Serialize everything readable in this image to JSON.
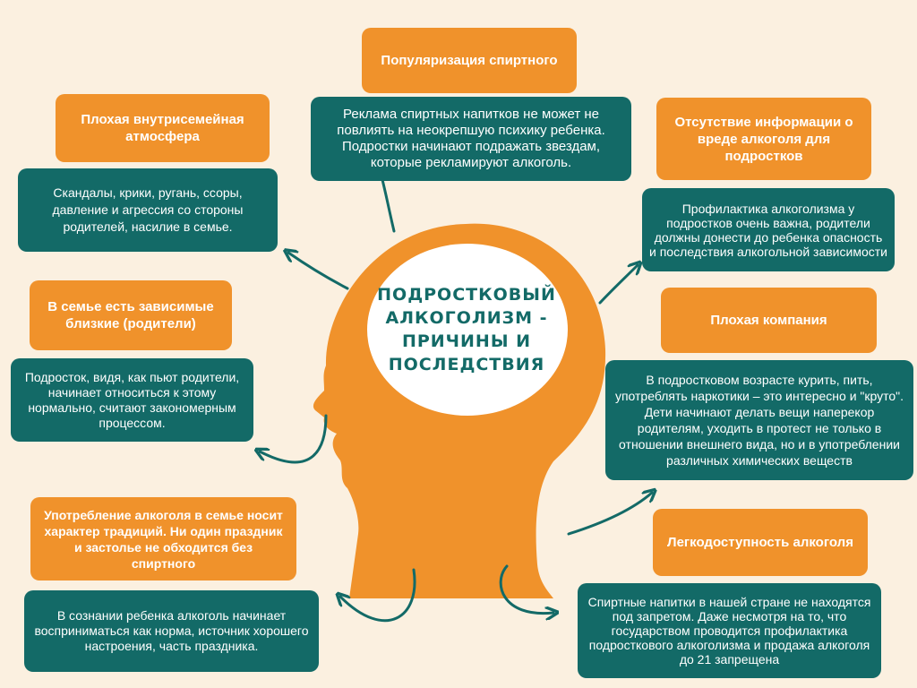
{
  "colors": {
    "background": "#fbf0e0",
    "orange": "#f0922b",
    "teal": "#136a67",
    "white": "#ffffff"
  },
  "center": {
    "title": "Подростковый алкоголизм - причины и последствия"
  },
  "causes": [
    {
      "title": "Популяризация спиртного",
      "description": "Реклама спиртных напитков не может не повлиять на неокрепшую психику ребенка. Подростки начинают подражать звездам, которые рекламируют алкоголь."
    },
    {
      "title": "Плохая внутрисемейная атмосфера",
      "description": "Скандалы, крики, ругань, ссоры, давление и агрессия со стороны родителей, насилие в семье."
    },
    {
      "title": "Отсутствие информации о вреде алкоголя для подростков",
      "description": "Профилактика алкоголизма у подростков очень важна, родители должны донести до ребенка опасность и последствия алкогольной зависимости"
    },
    {
      "title": "В семье есть зависимые близкие (родители)",
      "description": "Подросток, видя, как пьют родители, начинает относиться к этому нормально, считают закономерным процессом."
    },
    {
      "title": "Плохая компания",
      "description": "В подростковом возрасте курить, пить, употреблять наркотики – это интересно и \"круто\". Дети начинают делать вещи наперекор родителям, уходить в протест не только в отношении внешнего вида, но и в употреблении различных химических веществ"
    },
    {
      "title": "Употребление алкоголя в семье носит характер традиций. Ни один праздник и застолье не обходится без спиртного",
      "description": "В сознании ребенка алкоголь начинает восприниматься как норма, источник хорошего настроения, часть праздника."
    },
    {
      "title": "Легкодоступность алкоголя",
      "description": "Спиртные напитки в нашей стране не находятся под запретом. Даже несмотря на то, что государством проводится профилактика подросткового алкоголизма и продажа алкоголя до 21 запрещена"
    }
  ]
}
